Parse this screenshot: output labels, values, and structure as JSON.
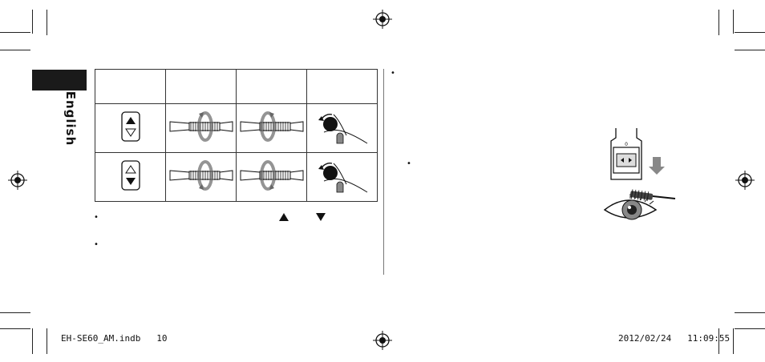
{
  "sidebar": {
    "language_label": "English"
  },
  "footer": {
    "file_name": "EH-SE60_AM.indb",
    "page_number": "10",
    "date": "2012/02/24",
    "time": "11:09:55"
  },
  "bullets": {
    "glyph": "•"
  },
  "colors": {
    "ink": "#111111",
    "tab": "#1a1a1a",
    "arrow": "#777777"
  }
}
